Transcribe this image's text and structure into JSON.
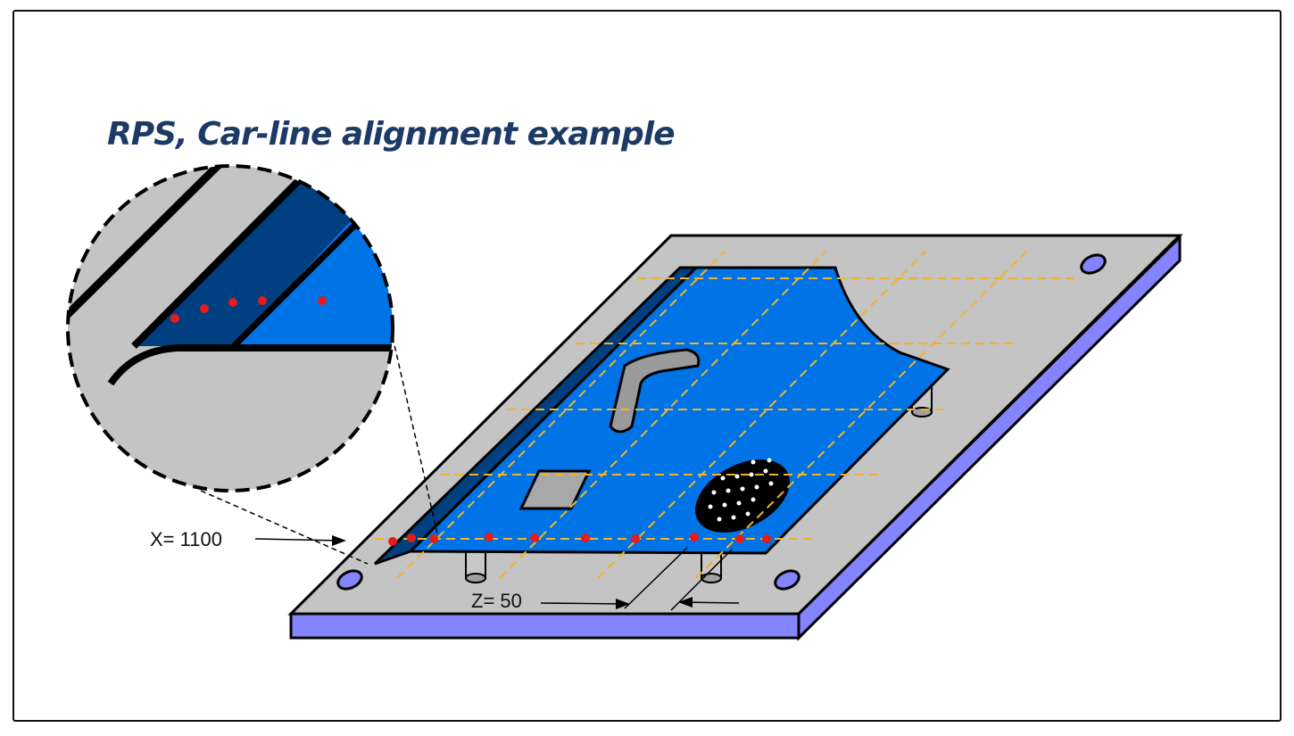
{
  "title": "RPS, Car-line alignment example",
  "labels": {
    "x_measure": "X= 1100",
    "z_measure": "Z= 50"
  },
  "colors": {
    "plate_top": "#c4c4c4",
    "plate_side": "#8484ff",
    "panel_blue": "#0073e6",
    "panel_dark": "#003f80",
    "grid_line": "#f0b429",
    "point": "#e61b1b",
    "title": "#1d3a66"
  }
}
